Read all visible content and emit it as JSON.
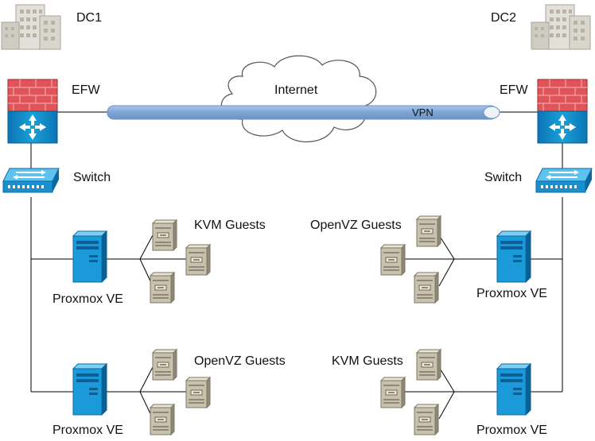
{
  "labels": {
    "dc1": "DC1",
    "dc2": "DC2",
    "efw_left": "EFW",
    "efw_right": "EFW",
    "internet": "Internet",
    "vpn": "VPN",
    "switch_left": "Switch",
    "switch_right": "Switch",
    "left_top_guests": "KVM Guests",
    "left_top_node": "Proxmox VE",
    "left_bottom_guests": "OpenVZ Guests",
    "left_bottom_node": "Proxmox VE",
    "right_top_guests": "OpenVZ Guests",
    "right_top_node": "Proxmox VE",
    "right_bottom_guests": "KVM Guests",
    "right_bottom_node": "Proxmox VE"
  },
  "colors": {
    "firewall_brick": "#e0545a",
    "device_blue": "#1aa0d8",
    "vpn_tunnel": "#8fb3dc",
    "guest_box": "#c8c1ad",
    "building": "#d6d3c8"
  },
  "icons": [
    "building-icon",
    "firewall-router-icon",
    "switch-icon",
    "server-icon",
    "guest-server-icon",
    "cloud-icon"
  ]
}
